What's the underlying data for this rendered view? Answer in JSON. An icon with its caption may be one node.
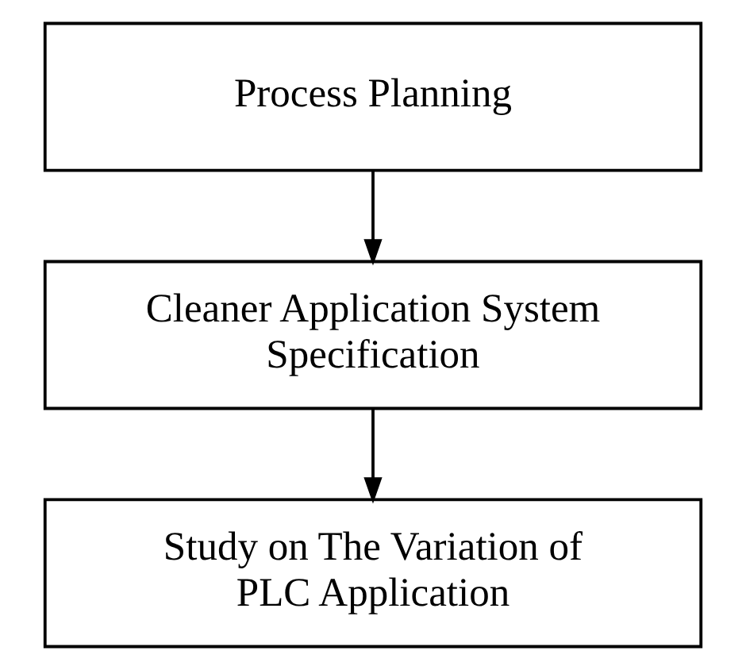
{
  "diagram": {
    "nodes": [
      {
        "text": [
          "Process Planning"
        ]
      },
      {
        "text": [
          "Cleaner Application System Specification"
        ]
      },
      {
        "text": [
          "Study on The Variation of PLC Application"
        ]
      }
    ],
    "edges": [
      {
        "from": 0,
        "to": 1,
        "arrow": "to"
      },
      {
        "from": 1,
        "to": 2,
        "arrow": "to"
      }
    ]
  }
}
